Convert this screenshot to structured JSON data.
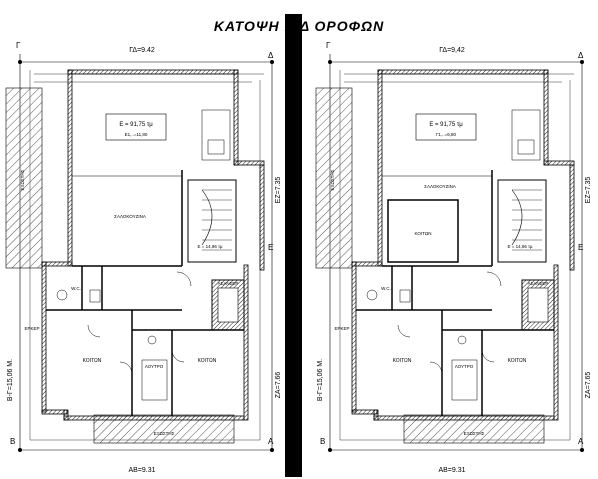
{
  "title": "ΚΑΤΟΨΗ Γ-Δ ΟΡΟΦΩΝ",
  "plans": [
    {
      "id": "left",
      "top_dimension": "ΓΔ=9.42",
      "bottom_dimension": "ΑΒ=9.31",
      "left_dimension": "Β-Γ=15,06 Μ.",
      "right_dimension_top": "ΕΖ=7.35",
      "right_dimension_bottom": "ΖΑ=7.66",
      "area_label": "Ε = 91,75 τμ",
      "area_sublabel": "Ε1,..=11,80",
      "stair_area_label": "Ε = 14,96 τμ",
      "corner_labels": {
        "top_left": "Γ",
        "top_right": "Δ",
        "bottom_left": "Β",
        "bottom_right": "Α",
        "right_mid": "Ε"
      },
      "rooms": {
        "living": "ΣΑΛΟΚΟΥΖΙΝΑ",
        "balcony_left": "ΕΞΩΣΤΗΣ",
        "balcony_bottom": "ΕΞΩΣΤΗΣ",
        "wc": "W.C.",
        "elevator": "ΑΣΑΝΣΕΡ",
        "bedroom_left": "ΚΟΙΤΩΝ",
        "bedroom_right": "ΚΟΙΤΩΝ",
        "bathroom": "ΛΟΥΤΡΟ",
        "erker": "ΕΡΚΕΡ",
        "middle_room": ""
      }
    },
    {
      "id": "right",
      "top_dimension": "ΓΔ=9,42",
      "bottom_dimension": "ΑΒ=9.31",
      "left_dimension": "Β-Γ=15,06 Μ.",
      "right_dimension_top": "ΕΖ=7.35",
      "right_dimension_bottom": "ΖΑ=7.65",
      "area_label": "Ε = 91,75 τμ",
      "area_sublabel": "Γ1,..=6,80",
      "stair_area_label": "Ε = 14,96 τμ",
      "corner_labels": {
        "top_left": "Γ",
        "top_right": "Δ",
        "bottom_left": "Β",
        "bottom_right": "Α",
        "right_mid": "Ε"
      },
      "rooms": {
        "living": "ΣΑΛΟΚΟΥΖΙΝΑ",
        "balcony_left": "ΕΞΩΣΤΗΣ",
        "balcony_bottom": "ΕΞΩΣΤΗΣ",
        "wc": "W.C.",
        "elevator": "ΑΣΑΝΣΕΡ",
        "bedroom_left": "ΚΟΙΤΩΝ",
        "bedroom_right": "ΚΟΙΤΩΝ",
        "bathroom": "ΛΟΥΤΡΟ",
        "erker": "ΕΡΚΕΡ",
        "middle_room": "ΚΟΙΤΩΝ"
      }
    }
  ]
}
